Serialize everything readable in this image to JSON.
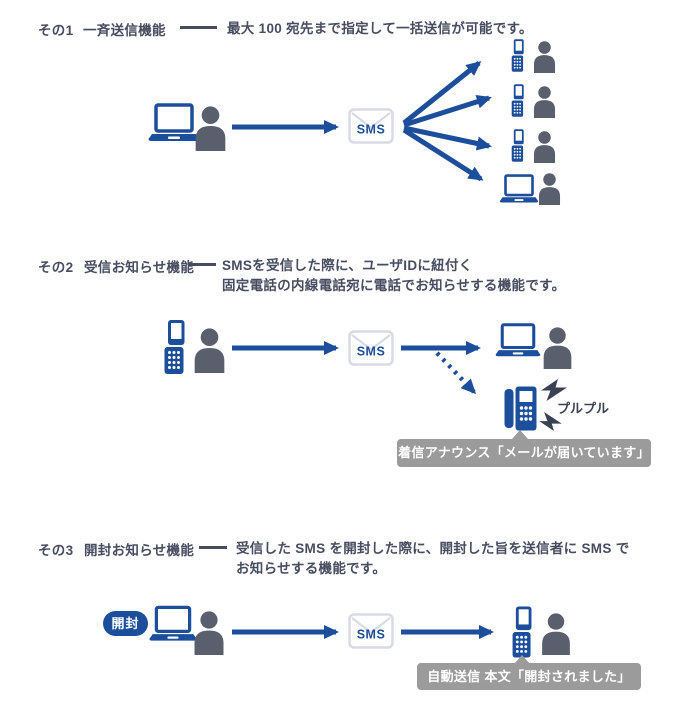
{
  "colors": {
    "blue": "#1d4e9c",
    "person_gray": "#5a5f6d",
    "dark_navy": "#3b4154",
    "heading_text": "#474c60",
    "callout_bg": "#9b9b9b",
    "envelope_border": "#d8dae6",
    "background": "#ffffff"
  },
  "sms_label": "SMS",
  "sections": [
    {
      "label": "その1",
      "title": "一斉送信機能",
      "desc_lines": [
        "最大 100 宛先まで指定して一括送信が可能です。",
        ""
      ]
    },
    {
      "label": "その2",
      "title": "受信お知らせ機能",
      "desc_lines": [
        "SMSを受信した際に、ユーザIDに紐付く",
        "固定電話の内線電話宛に電話でお知らせする機能です。"
      ]
    },
    {
      "label": "その3",
      "title": "開封お知らせ機能",
      "desc_lines": [
        "受信した SMS を開封した際に、開封した旨を送信者に SMS で",
        "お知らせする機能です。"
      ]
    }
  ],
  "diagram2": {
    "vibrate_text": "プルプル",
    "callout": "着信アナウンス「メールが届いています」"
  },
  "diagram3": {
    "open_badge": "開封",
    "callout": "自動送信 本文「開封されました」"
  }
}
